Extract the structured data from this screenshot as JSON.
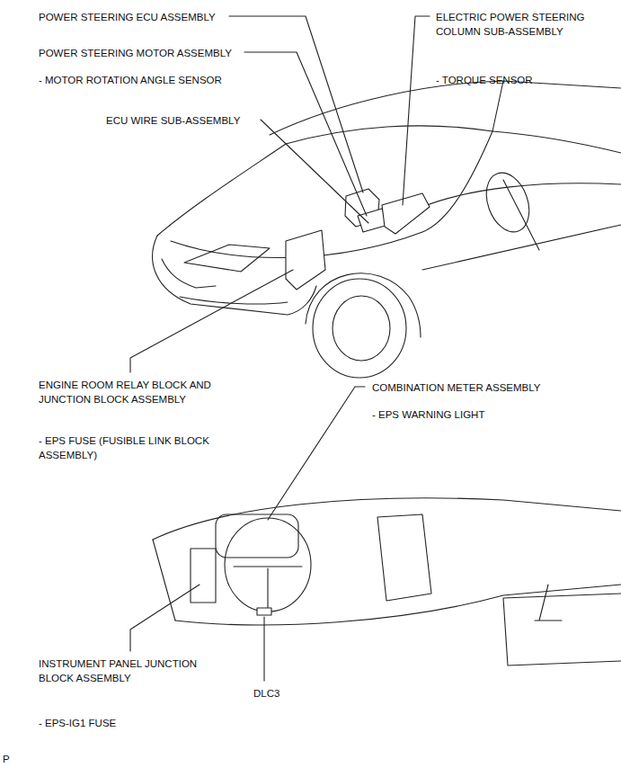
{
  "diagram": {
    "labels": [
      "POWER STEERING ECU ASSEMBLY",
      "POWER STEERING MOTOR ASSEMBLY",
      "- MOTOR ROTATION ANGLE SENSOR",
      "ELECTRIC POWER STEERING COLUMN SUB-ASSEMBLY",
      "- TORQUE SENSOR",
      "ECU WIRE SUB-ASSEMBLY",
      "ENGINE ROOM RELAY BLOCK AND JUNCTION BLOCK ASSEMBLY",
      "COMBINATION METER ASSEMBLY",
      "- EPS WARNING LIGHT",
      "- EPS FUSE (FUSIBLE LINK BLOCK ASSEMBLY)",
      "INSTRUMENT PANEL JUNCTION BLOCK ASSEMBLY",
      "DLC3",
      "- EPS-IG1 FUSE",
      "P"
    ]
  }
}
